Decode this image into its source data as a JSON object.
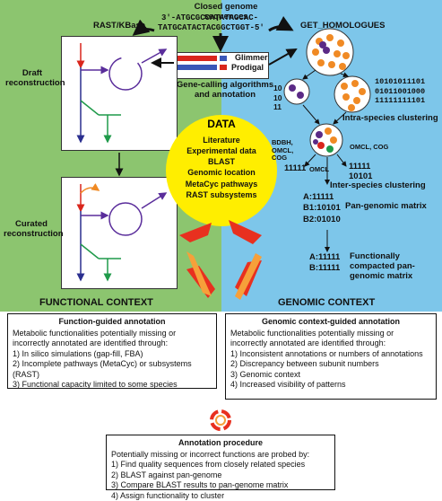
{
  "top": {
    "closed_genome_title": "Closed genome sequences",
    "seq_line1": "3'-ATGCGCCATATAGCAC-",
    "seq_line2": "TATGCATACTACGGCTGGT-5'",
    "gene_calling": "Gene-calling algorithms and annotation",
    "glimmer": "Glimmer",
    "prodigal": "Prodigal"
  },
  "left": {
    "rast_kbase": "RAST/KBase",
    "draft": "Draft reconstruction",
    "curated": "Curated reconstruction",
    "context_label": "FUNCTIONAL CONTEXT"
  },
  "center": {
    "data_title": "DATA",
    "items": [
      "Literature",
      "Experimental data",
      "BLAST",
      "Genomic location",
      "MetaCyc pathways",
      "RAST subsystems"
    ]
  },
  "right": {
    "get_homologues": "GET_HOMOLOGUES",
    "bin_left": [
      "10",
      "10",
      "11"
    ],
    "bin_right": [
      "10101011101",
      "01011001000",
      "11111111101"
    ],
    "intra": "Intra-species clustering",
    "bdbh": "BDBH, OMCL, COG",
    "omcl_cog": "OMCL, COG",
    "omcl": "OMCL",
    "b_left": "11111",
    "b_right": [
      "11111",
      "10101"
    ],
    "inter": "Inter-species clustering",
    "pan_matrix": [
      "A:11111",
      "B1:10101",
      "B2:01010"
    ],
    "pan_label": "Pan-genomic matrix",
    "compact_matrix": [
      "A:11111",
      "B:11111"
    ],
    "compact_label": "Functionally compacted pan-genomic matrix",
    "context_label": "GENOMIC CONTEXT"
  },
  "box_function": {
    "title": "Function-guided annotation",
    "intro": "Metabolic functionalities potentially missing or incorrectly annotated are identified through:",
    "items": [
      "1) In silico simulations (gap-fill, FBA)",
      "2) Incomplete pathways (MetaCyc) or subsystems (RAST)",
      "3) Functional capacity limited to some species"
    ]
  },
  "box_genomic": {
    "title": "Genomic context-guided annotation",
    "intro": "Metabolic functionalities potentially missing or incorrectly annotated are identified through:",
    "items": [
      "1) Inconsistent annotations or numbers of annotations",
      "2) Discrepancy between subunit numbers",
      "3) Genomic context",
      "4) Increased visibility of patterns"
    ]
  },
  "box_procedure": {
    "title": "Annotation procedure",
    "intro": "Potentially missing or incorrect functions are probed by:",
    "items": [
      "1) Find quality sequences from closely related species",
      "2) BLAST against pan-genome",
      "3) Compare BLAST results to pan-genome matrix",
      "4) Assign functionality to cluster"
    ]
  },
  "colors": {
    "left_bg": "#8cc56f",
    "right_bg": "#7dc6ea",
    "data_circle": "#ffee00",
    "arrow_red": "#e8301f",
    "arrow_orange": "#f6a03a",
    "network_purple": "#5a2d9b",
    "network_red": "#d9261c",
    "network_green": "#1f9a4a",
    "network_blue": "#2b2f8f",
    "cluster_orange": "#f08a24",
    "cluster_purple": "#5b2a86"
  }
}
